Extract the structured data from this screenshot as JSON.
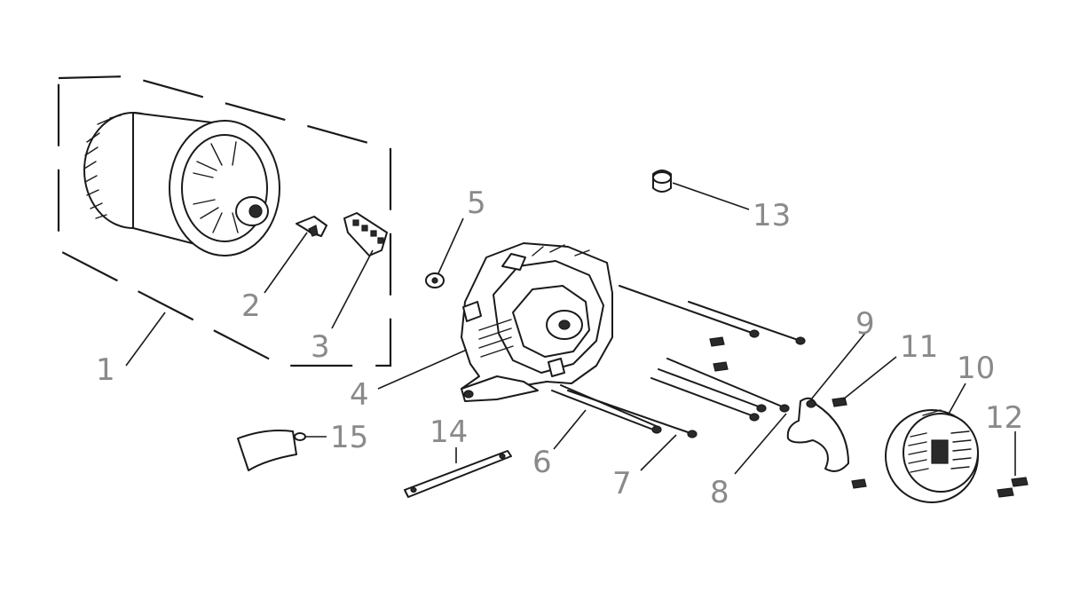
{
  "callouts": [
    {
      "id": "1",
      "label": "1"
    },
    {
      "id": "2",
      "label": "2"
    },
    {
      "id": "3",
      "label": "3"
    },
    {
      "id": "4",
      "label": "4"
    },
    {
      "id": "5",
      "label": "5"
    },
    {
      "id": "6",
      "label": "6"
    },
    {
      "id": "7",
      "label": "7"
    },
    {
      "id": "8",
      "label": "8"
    },
    {
      "id": "9",
      "label": "9"
    },
    {
      "id": "10",
      "label": "10"
    },
    {
      "id": "11",
      "label": "11"
    },
    {
      "id": "12",
      "label": "12"
    },
    {
      "id": "13",
      "label": "13"
    },
    {
      "id": "14",
      "label": "14"
    },
    {
      "id": "15",
      "label": "15"
    }
  ],
  "colors": {
    "line": "#1a1a1a",
    "label": "#8a8a8a",
    "background": "#ffffff"
  }
}
